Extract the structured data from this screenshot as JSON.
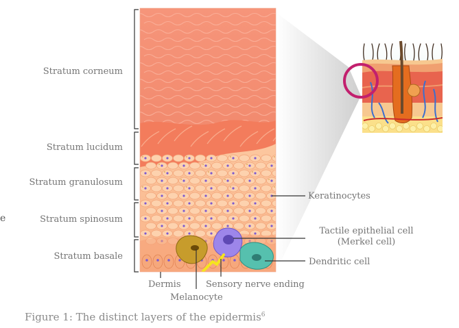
{
  "layers": [
    {
      "label": "Stratum corneum"
    },
    {
      "label": "Stratum lucidum"
    },
    {
      "label": "Stratum granulosum"
    },
    {
      "label": "Stratum spinosum"
    },
    {
      "label": "Stratum basale"
    }
  ],
  "callouts": {
    "keratinocytes": "Keratinocytes",
    "tactile_line1": "Tactile epithelial cell",
    "tactile_line2": "(Merkel cell)",
    "dendritic": "Dendritic cell",
    "dermis": "Dermis",
    "melanocyte": "Melanocyte",
    "sensory": "Sensory nerve ending"
  },
  "caption": {
    "text": "Figure 1: The distinct layers of the epidermis",
    "superscript": "6"
  },
  "edge_fragment": "e",
  "colors": {
    "corneum": "#f48f74",
    "lucidum": "#f2805f",
    "cells": "#fbc49a",
    "nucleus": "#7d5bd0",
    "merkel": "#9b82e8",
    "dendritic": "#4fb8a8",
    "melanocyte": "#c49a2a",
    "bracket": "#333333",
    "magnifier_ring": "#c2206e"
  }
}
